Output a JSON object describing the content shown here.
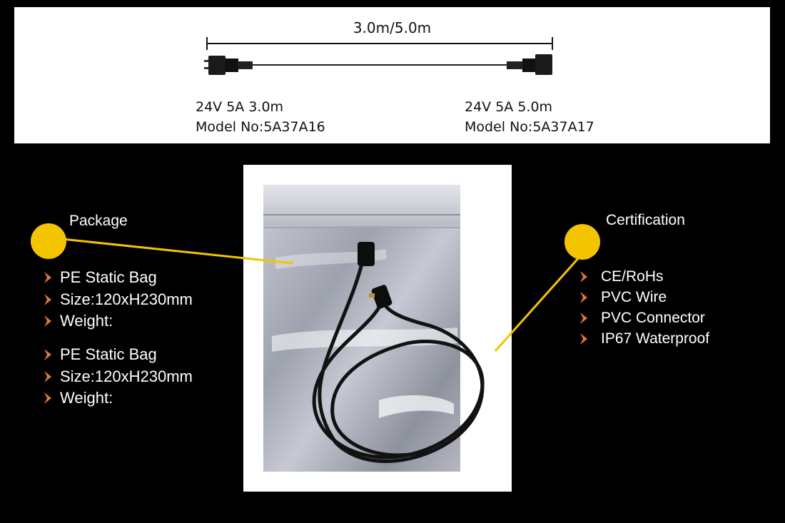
{
  "cable_diagram": {
    "length_label": "3.0m/5.0m",
    "variants": [
      {
        "spec": "24V 5A 3.0m",
        "model": "Model No:5A37A16"
      },
      {
        "spec": "24V 5A 5.0m",
        "model": "Model No:5A37A17"
      }
    ]
  },
  "package": {
    "title": "Package",
    "group1": [
      "PE Static Bag",
      "Size:120xH230mm",
      "Weight:"
    ],
    "group2": [
      "PE Static Bag",
      "Size:120xH230mm",
      "Weight:"
    ]
  },
  "certification": {
    "title": "Certification",
    "items": [
      "CE/RoHs",
      "PVC Wire",
      "PVC Connector",
      "IP67 Waterproof"
    ]
  },
  "colors": {
    "accent_yellow": "#F5C400",
    "bullet_orange": "#E8743B",
    "background": "#000000"
  },
  "icons": {
    "bullet": "chevron-right-icon",
    "marker": "yellow-dot-icon"
  },
  "image": {
    "subject": "static-bag-with-black-cable-photo"
  }
}
